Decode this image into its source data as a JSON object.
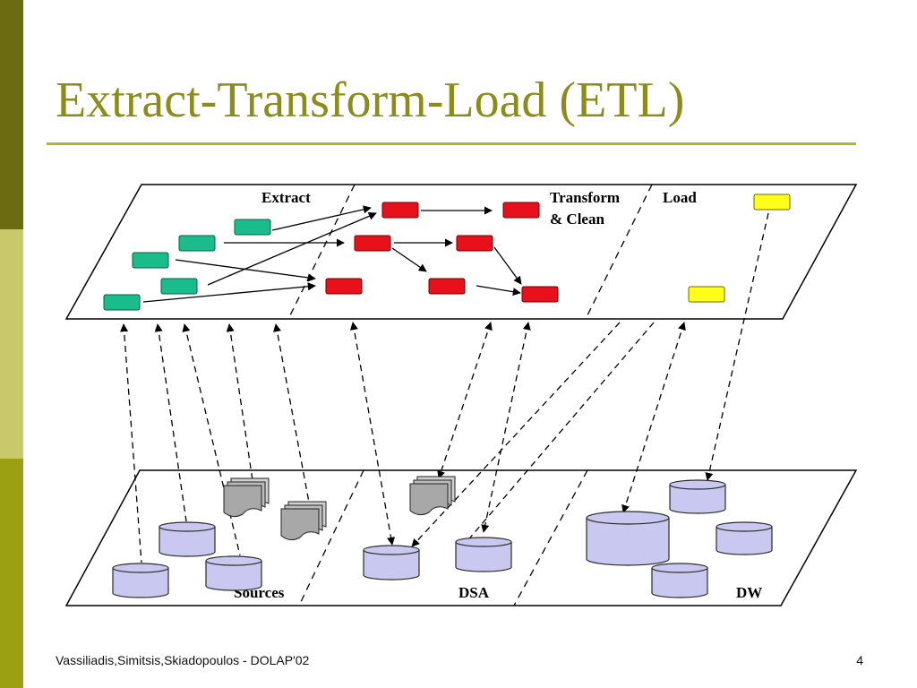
{
  "slide": {
    "title": "Extract-Transform-Load (ETL)",
    "footer": "Vassiliadis,Simitsis,Skiadopoulos - DOLAP'02",
    "page_number": "4"
  },
  "diagram": {
    "upper_plane_labels": {
      "extract": "Extract",
      "transform_line1": "Transform",
      "transform_line2": "& Clean",
      "load": "Load"
    },
    "lower_plane_labels": {
      "sources": "Sources",
      "dsa": "DSA",
      "dw": "DW"
    }
  },
  "colors": {
    "extract_activity": "#1abc8c",
    "transform_activity": "#e8101a",
    "load_activity": "#ffff1a",
    "database": "#c8c8f0",
    "file": "#a8a8a8",
    "accent": "#8c8c1a"
  }
}
